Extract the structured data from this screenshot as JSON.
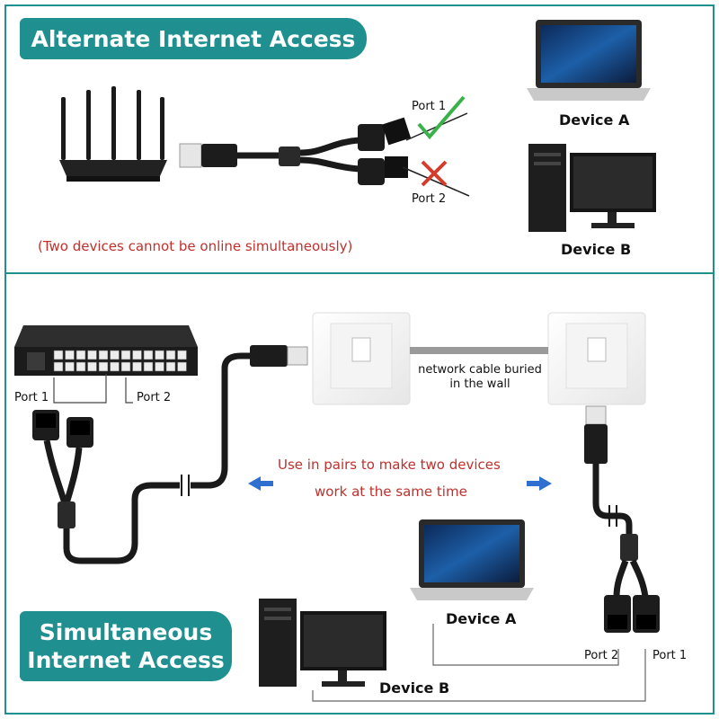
{
  "top": {
    "title": "Alternate Internet Access",
    "port1": "Port 1",
    "port2": "Port 2",
    "note": "(Two devices cannot be online simultaneously)",
    "device_a": "Device A",
    "device_b": "Device B"
  },
  "bottom": {
    "title_line1": "Simultaneous",
    "title_line2": "Internet Access",
    "switch_port1": "Port 1",
    "switch_port2": "Port 2",
    "wall_caption_line1": "network cable buried",
    "wall_caption_line2": "in the wall",
    "middle_line1": "Use in pairs to make two devices",
    "middle_line2": "work at the same time",
    "device_a": "Device A",
    "device_b": "Device B",
    "split_port2": "Port 2",
    "split_port1": "Port 1"
  },
  "colors": {
    "teal": "#1f8f8f",
    "red_text": "#c0302c",
    "check_green": "#39b24a",
    "cross_red": "#d33b2c",
    "arrow_blue": "#2f6fd0"
  },
  "icons": {
    "router": "router-icon",
    "laptop": "laptop-icon",
    "desktop": "desktop-icon",
    "switch": "network-switch-icon",
    "wall_plate": "wall-plate-icon",
    "splitter": "ethernet-splitter-icon",
    "check": "check-icon",
    "cross": "cross-icon"
  }
}
